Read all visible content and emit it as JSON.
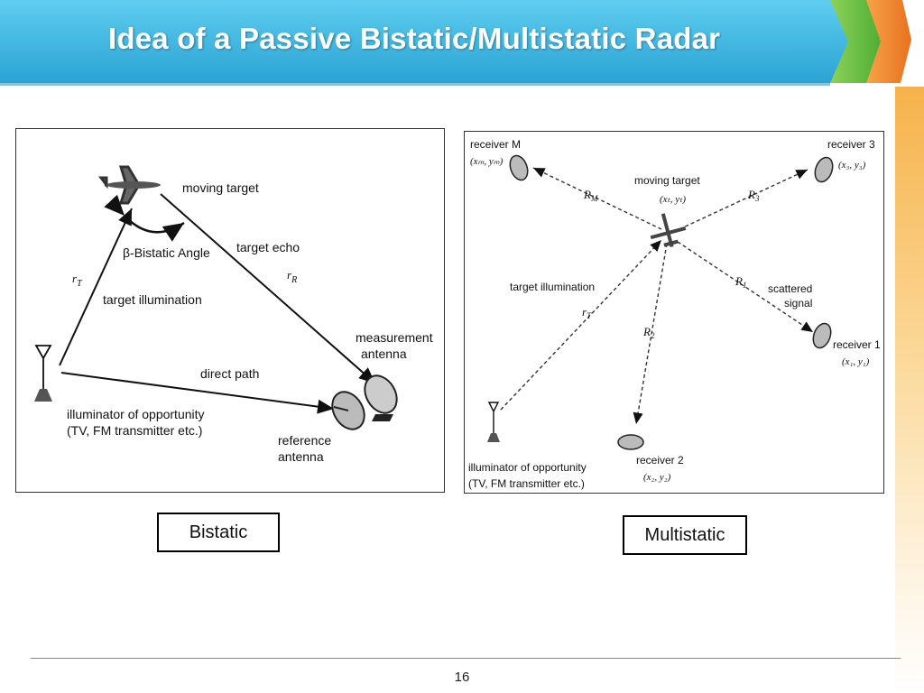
{
  "slide": {
    "title": "Idea of a Passive Bistatic/Multistatic Radar",
    "page_number": "16"
  },
  "bistatic": {
    "caption": "Bistatic",
    "moving_target": "moving target",
    "bistatic_angle": "β-Bistatic Angle",
    "target_echo": "target echo",
    "r_t": "r",
    "r_t_sub": "T",
    "r_r": "r",
    "r_r_sub": "R",
    "target_illumination": "target illumination",
    "measurement_antenna_1": "measurement",
    "measurement_antenna_2": "antenna",
    "direct_path": "direct path",
    "illuminator_1": "illuminator of opportunity",
    "illuminator_2": "(TV, FM transmitter etc.)",
    "reference_antenna_1": "reference",
    "reference_antenna_2": "antenna"
  },
  "multistatic": {
    "caption": "Multistatic",
    "receiver_m": "receiver M",
    "receiver_m_coords": "(xₘ, yₘ)",
    "receiver_3": "receiver 3",
    "receiver_3_coords": "(x₃, y₃)",
    "moving_target": "moving target",
    "target_coords": "(xₜ, yₜ)",
    "r_m": "R",
    "r_m_sub": "M",
    "r_3": "R",
    "r_3_sub": "3",
    "r_1": "R",
    "r_1_sub": "1",
    "r_2": "R",
    "r_2_sub": "2",
    "r_t": "r",
    "r_t_sub": "T",
    "target_illumination": "target illumination",
    "scattered_1": "scattered",
    "scattered_2": "signal",
    "receiver_1": "receiver 1",
    "receiver_1_coords": "(x₁, y₁)",
    "receiver_2": "receiver 2",
    "receiver_2_coords": "(x₂, y₂)",
    "illuminator_1": "illuminator of opportunity",
    "illuminator_2": "(TV, FM transmitter etc.)"
  },
  "colors": {
    "title_bar": "#3fb6de",
    "arrow_green": "#6cc24a",
    "arrow_orange": "#f08a2c",
    "stripe": "#f6b24a"
  }
}
